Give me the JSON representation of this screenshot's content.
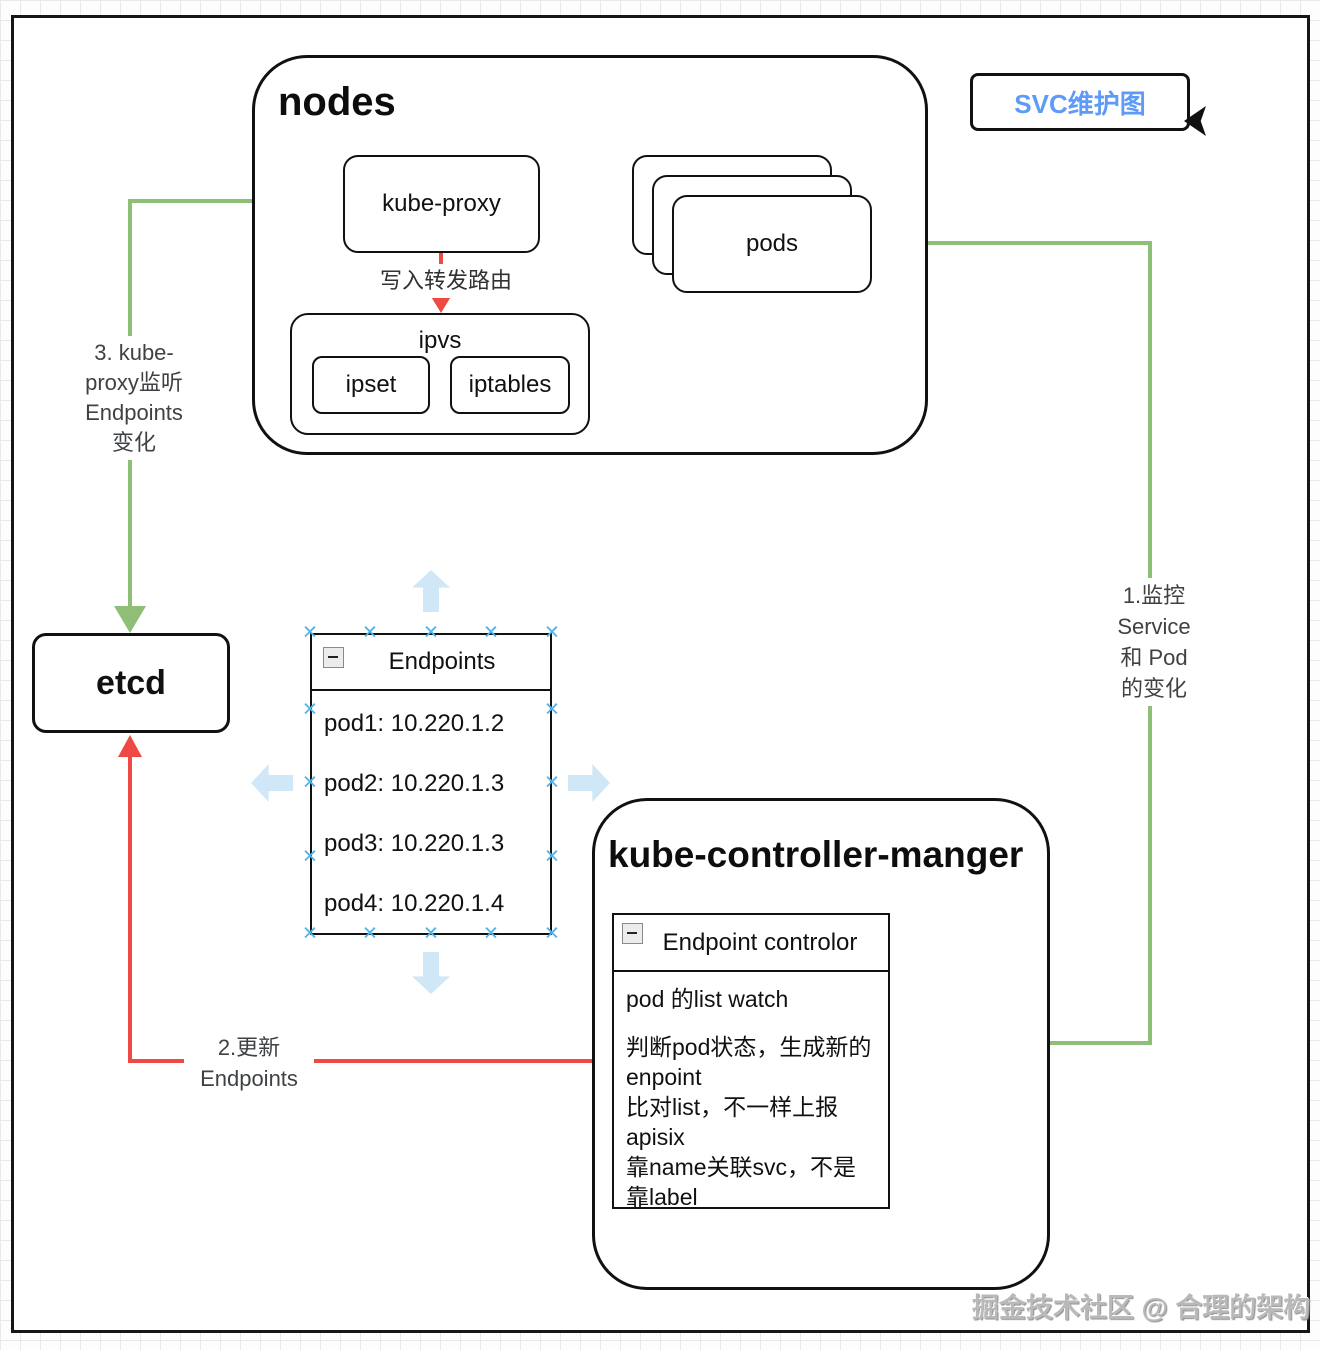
{
  "badge": {
    "label": "SVC维护图",
    "color": "#5d9bf7"
  },
  "nodes_group": {
    "title": "nodes",
    "kube_proxy": "kube-proxy",
    "pods": "pods",
    "ipvs": {
      "title": "ipvs",
      "ipset": "ipset",
      "iptables": "iptables"
    }
  },
  "etcd": {
    "label": "etcd"
  },
  "endpoints_table": {
    "title": "Endpoints",
    "rows": [
      "pod1: 10.220.1.2",
      "pod2: 10.220.1.3",
      "pod3: 10.220.1.3",
      "pod4: 10.220.1.4"
    ]
  },
  "controller": {
    "title": "kube-controller-manger",
    "table": {
      "title": "Endpoint controlor",
      "lines": [
        "pod 的list watch",
        "判断pod状态，生成新的enpoint",
        "比对list，不一样上报apisix",
        "靠name关联svc，不是靠label"
      ]
    }
  },
  "edges": {
    "write_route": "写入转发路由",
    "step1": "1.监控\nService\n和 Pod\n的变化",
    "step2": "2.更新\nEndpoints",
    "step3": "3. kube-\nproxy监听\nEndpoints\n变化"
  },
  "colors": {
    "green": "#8fbe77",
    "red": "#ef4943",
    "handle_blue": "#53b5e9",
    "pale_blue": "#cfe7f7"
  },
  "watermark": "掘金技术社区 @ 合理的架构"
}
